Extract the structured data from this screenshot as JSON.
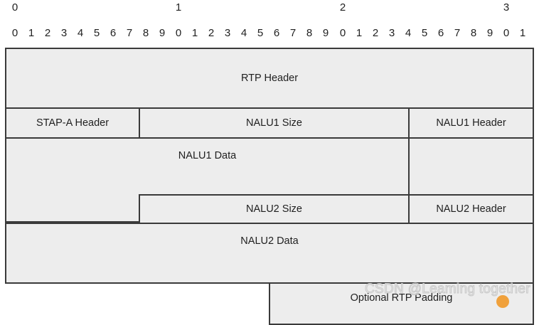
{
  "diagram": {
    "title_semantics": "RTP STAP-A packet layout",
    "ruler": {
      "word_labels": [
        "0",
        "1",
        "2",
        "3"
      ],
      "bit_labels": [
        "0",
        "1",
        "2",
        "3",
        "4",
        "5",
        "6",
        "7",
        "8",
        "9",
        "0",
        "1",
        "2",
        "3",
        "4",
        "5",
        "6",
        "7",
        "8",
        "9",
        "0",
        "1",
        "2",
        "3",
        "4",
        "5",
        "6",
        "7",
        "8",
        "9",
        "0",
        "1"
      ]
    },
    "fields": [
      {
        "key": "rtp_header",
        "label": "RTP Header"
      },
      {
        "key": "stap_a_header",
        "label": "STAP-A Header"
      },
      {
        "key": "nalu1_size",
        "label": "NALU1 Size"
      },
      {
        "key": "nalu1_header",
        "label": "NALU1 Header"
      },
      {
        "key": "nalu1_data",
        "label": "NALU1 Data"
      },
      {
        "key": "nalu2_size",
        "label": "NALU2 Size"
      },
      {
        "key": "nalu2_header",
        "label": "NALU2 Header"
      },
      {
        "key": "nalu2_data",
        "label": "NALU2 Data"
      },
      {
        "key": "optional_padding",
        "label": "Optional RTP Padding"
      }
    ]
  },
  "watermark": {
    "text": "CSDN @Leaming together"
  },
  "colors": {
    "page_background": "#ffffff",
    "cell_fill": "#ededed",
    "cell_border": "#3a3a3a",
    "text": "#1f1f1f",
    "watermark_stroke": "#c9c9c9",
    "watermark_dot": "#f0a13c"
  }
}
